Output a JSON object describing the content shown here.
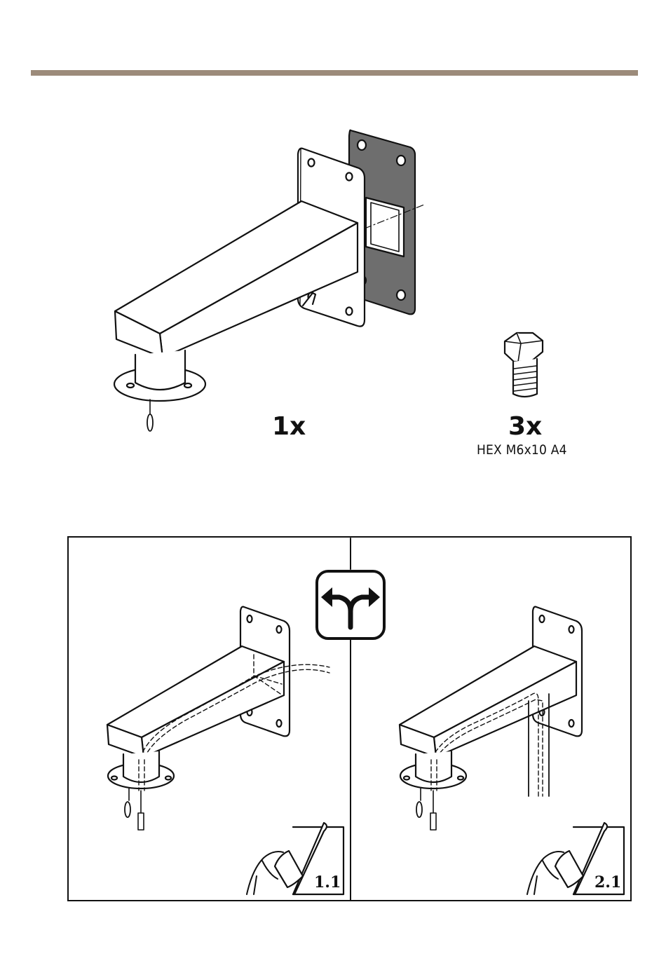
{
  "header": {
    "rule_color": "#9c8b7a"
  },
  "parts": [
    {
      "name": "wall-bracket",
      "quantity": "1x"
    },
    {
      "name": "screw",
      "quantity": "3x",
      "spec": "HEX M6x10 A4"
    }
  ],
  "options": {
    "choice_icon": "fork-arrows-icon",
    "left": {
      "page_ref": "1.1"
    },
    "right": {
      "page_ref": "2.1"
    }
  },
  "colors": {
    "gasket": "#6e6e6e",
    "line": "#111111"
  }
}
